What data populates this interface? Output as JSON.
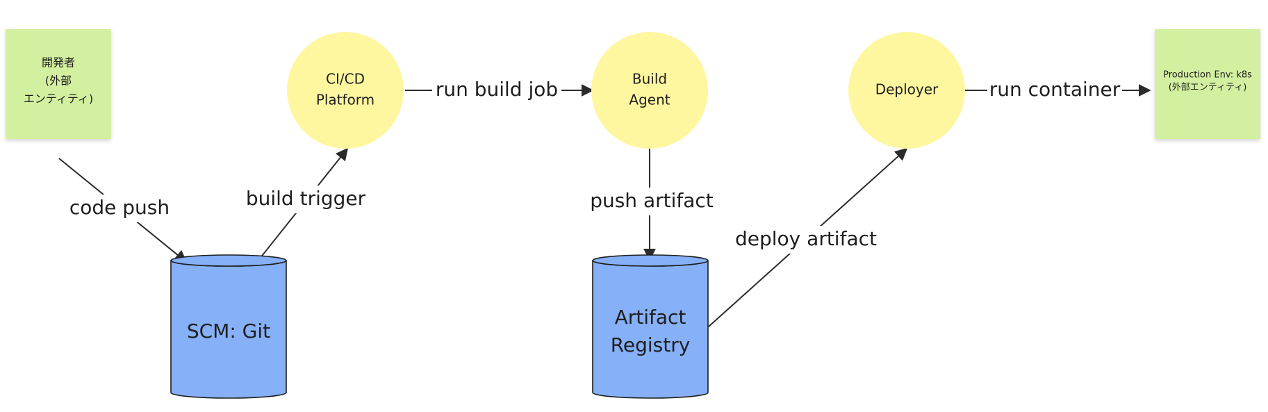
{
  "colors": {
    "sticky": "#d2f0a0",
    "circle": "#fff7a0",
    "cylinder": "#86b0f7",
    "stroke": "#1e1e1e",
    "line": "#2b2b2b"
  },
  "nodes": {
    "developer": {
      "type": "sticky",
      "lines": [
        "開発者",
        "(外部",
        "エンティティ)"
      ]
    },
    "cicd": {
      "type": "circle",
      "lines": [
        "CI/CD",
        "Platform"
      ]
    },
    "build_agent": {
      "type": "circle",
      "lines": [
        "Build",
        "Agent"
      ]
    },
    "deployer": {
      "type": "circle",
      "lines": [
        "Deployer"
      ]
    },
    "production": {
      "type": "sticky",
      "lines": [
        "Production Env: k8s",
        "(外部エンティティ)"
      ]
    },
    "scm": {
      "type": "cylinder",
      "lines": [
        "SCM: Git"
      ]
    },
    "registry": {
      "type": "cylinder",
      "lines": [
        "Artifact",
        "Registry"
      ]
    }
  },
  "edges": {
    "code_push": {
      "from": "developer",
      "to": "scm",
      "label": "code push"
    },
    "build_trigger": {
      "from": "scm",
      "to": "cicd",
      "label": "build trigger"
    },
    "run_build_job": {
      "from": "cicd",
      "to": "build_agent",
      "label": "run build job"
    },
    "push_artifact": {
      "from": "build_agent",
      "to": "registry",
      "label": "push artifact"
    },
    "deploy_artifact": {
      "from": "registry",
      "to": "deployer",
      "label": "deploy artifact"
    },
    "run_container": {
      "from": "deployer",
      "to": "production",
      "label": "run container"
    }
  }
}
